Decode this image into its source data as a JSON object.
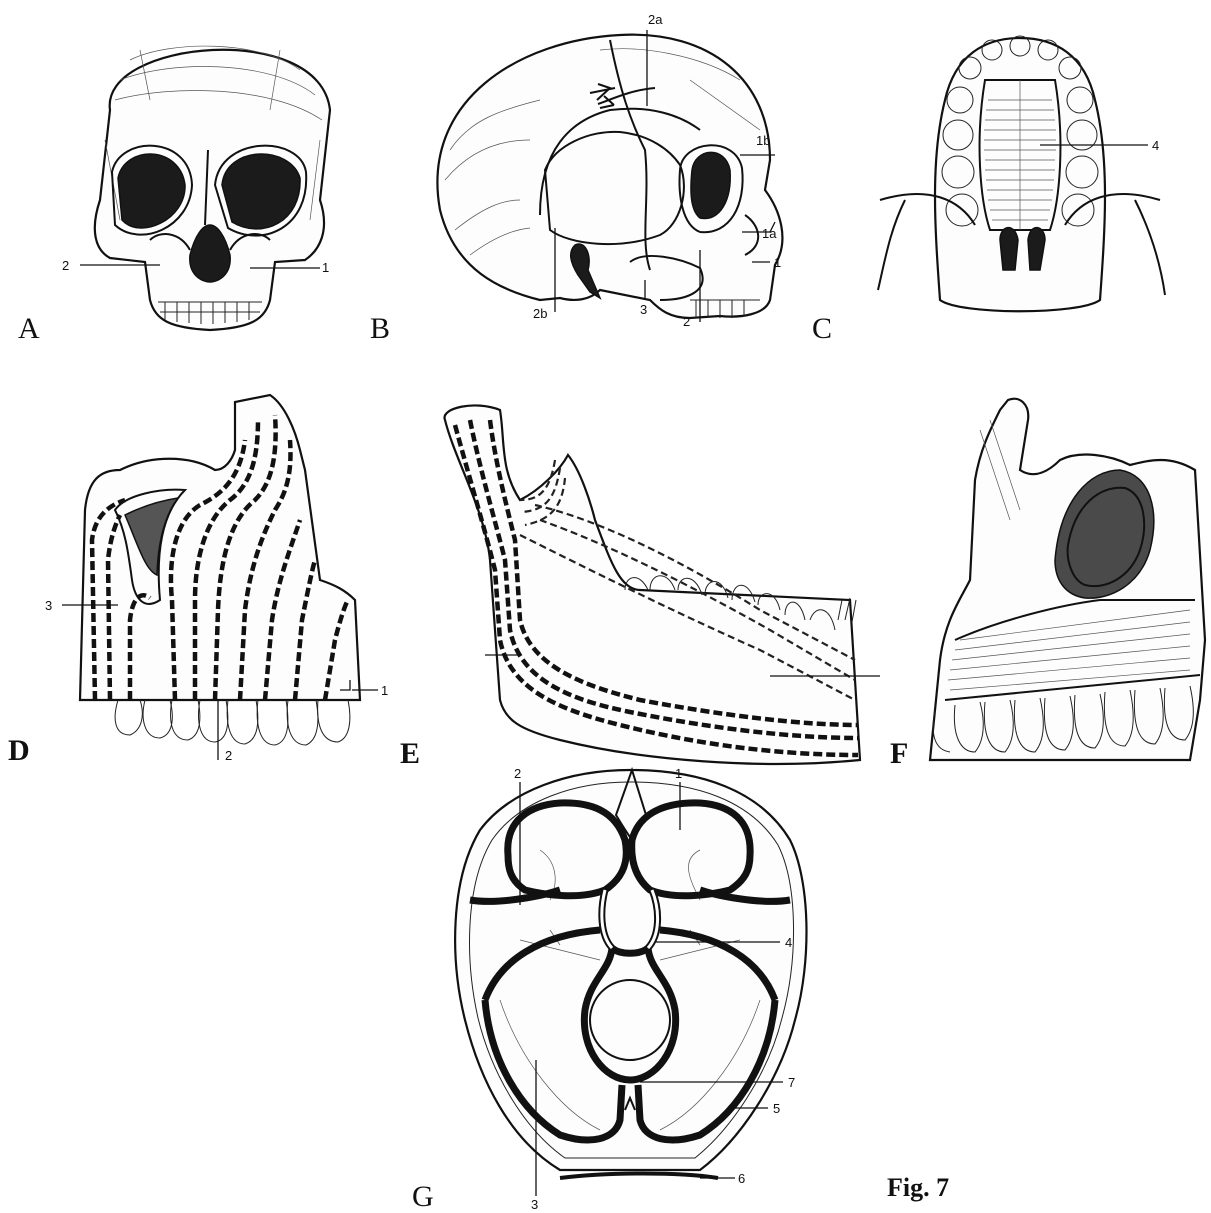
{
  "figure_caption": "Fig. 7",
  "panels": {
    "A": {
      "letter": "A",
      "labels": [
        "1",
        "2"
      ]
    },
    "B": {
      "letter": "B",
      "labels": [
        "1",
        "1a",
        "1b",
        "2",
        "2a",
        "2b",
        "3"
      ]
    },
    "C": {
      "letter": "C",
      "labels": [
        "4"
      ]
    },
    "D": {
      "letter": "D",
      "labels": [
        "1",
        "2",
        "3"
      ]
    },
    "E": {
      "letter": "E",
      "labels": []
    },
    "F": {
      "letter": "F",
      "labels": []
    },
    "G": {
      "letter": "G",
      "labels": [
        "1",
        "2",
        "3",
        "4",
        "5",
        "6",
        "7"
      ]
    }
  }
}
